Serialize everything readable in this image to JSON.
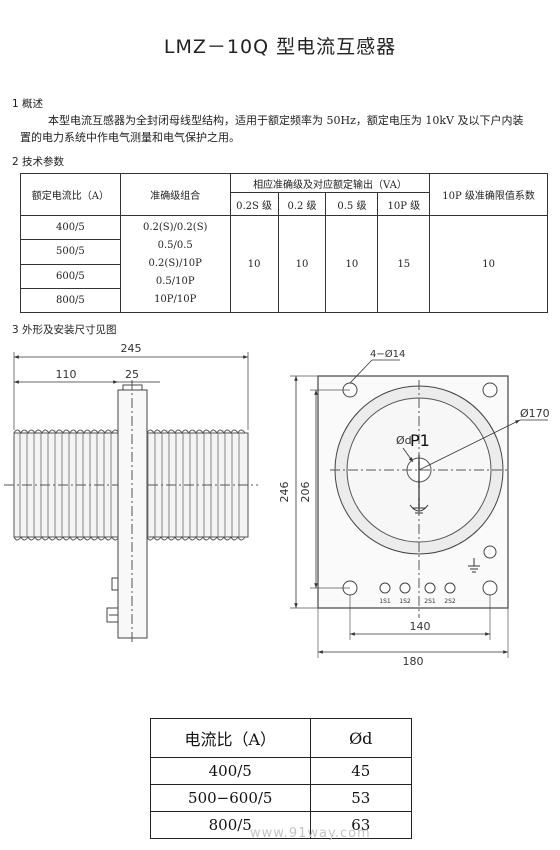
{
  "title": "LMZ－10Q 型电流互感器",
  "section1": {
    "heading": "1  概述",
    "line1": "本型电流互感器为全封闭母线型结构，适用于额定频率为 50Hz，额定电压为 10kV 及以下户内装",
    "line2": "置的电力系统中作电气测量和电气保护之用。"
  },
  "section2": {
    "heading": "2  技术参数",
    "headers": {
      "ratio": "额定电流比（A）",
      "combo": "准确级组合",
      "output_group": "相应准确级及对应额定输出（VA）",
      "c02s": "0.2S 级",
      "c02": "0.2 级",
      "c05": "0.5 级",
      "c10p": "10P 级",
      "limit": "10P 级准确限值系数"
    },
    "ratios": [
      "400/5",
      "500/5",
      "600/5",
      "800/5"
    ],
    "combos": [
      "0.2(S)/0.2(S)",
      "0.5/0.5",
      "0.2(S)/10P",
      "0.5/10P",
      "10P/10P"
    ],
    "outputs": {
      "v02s": "10",
      "v02": "10",
      "v05": "10",
      "v10p": "15",
      "limit": "10"
    }
  },
  "section3": {
    "heading": "3  外形及安装尺寸见图"
  },
  "drawing": {
    "dim_245": "245",
    "dim_110": "110",
    "dim_25": "25",
    "dim_holes": "4−Ø14",
    "dim_170": "Ø170",
    "dim_d": "Ød",
    "label_p1": "P1",
    "dim_246": "246",
    "dim_206": "206",
    "dim_140": "140",
    "dim_180": "180",
    "terminals": [
      "1S1",
      "1S2",
      "2S1",
      "2S2"
    ]
  },
  "dtable": {
    "h1": "电流比（A）",
    "h2": "Ød",
    "rows": [
      {
        "ratio": "400/5",
        "d": "45"
      },
      {
        "ratio": "500−600/5",
        "d": "53"
      },
      {
        "ratio": "800/5",
        "d": "63"
      }
    ]
  },
  "watermark": "www.91way.com"
}
